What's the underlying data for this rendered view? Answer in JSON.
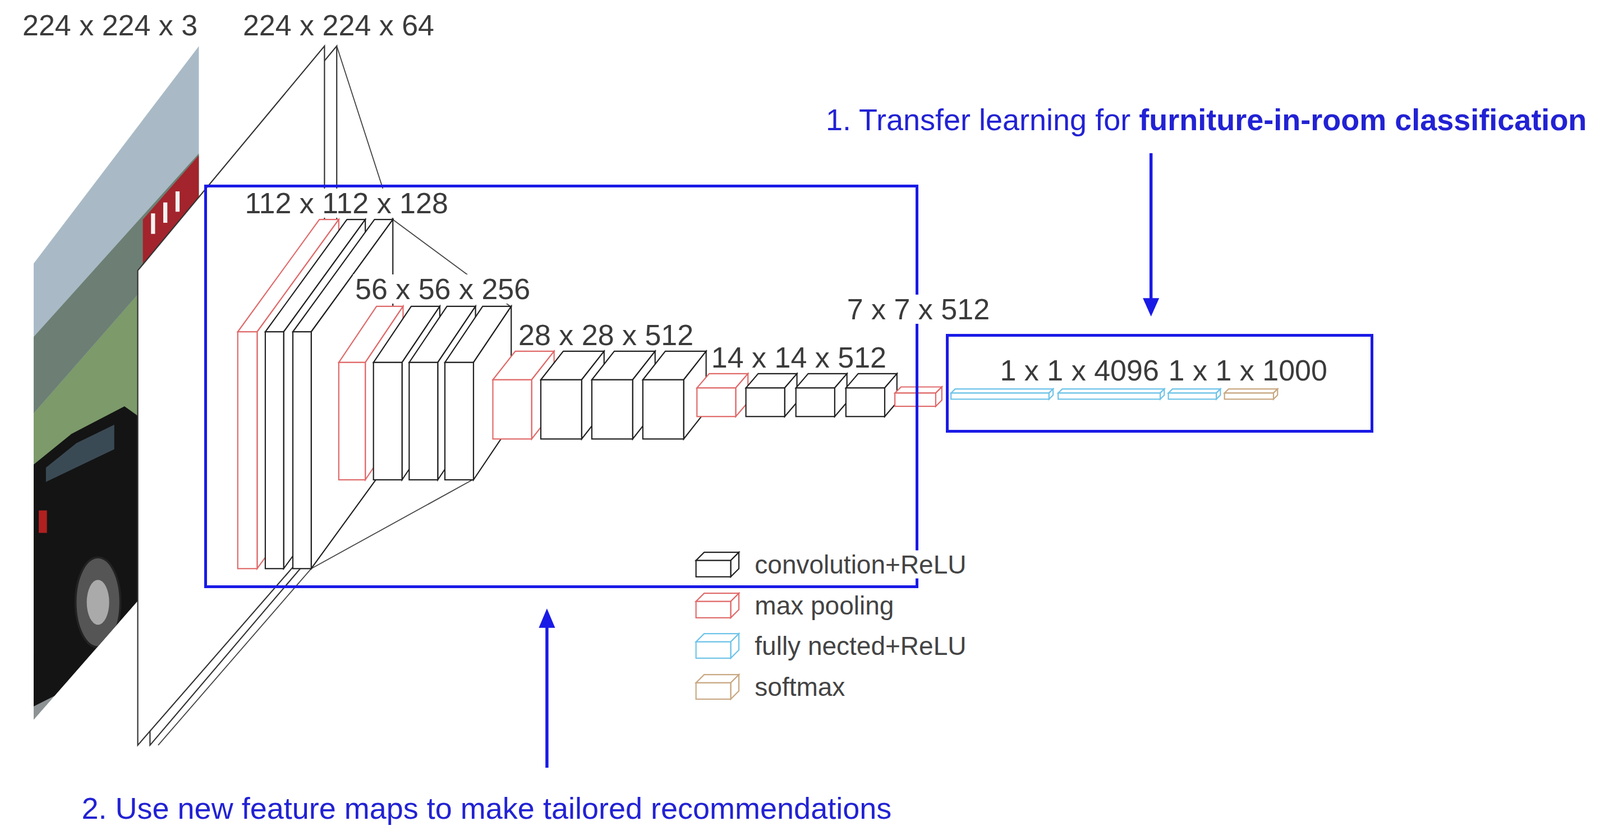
{
  "diagram": {
    "nodes": [
      {
        "text": [
          "1. Transfer learning for",
          "furniture-in-room classification"
        ]
      },
      {
        "text": [
          "2. Use new feature maps to make tailored recommendations"
        ]
      }
    ],
    "labels": [
      "224 x 224 x 3",
      "224 x 224 x 64",
      "112 x 112 x 128",
      "56 x 56 x 256",
      "28 x 28 x 512",
      "14 x 14 x 512",
      "7 x 7 x 512",
      "1 x 1 x 4096",
      "1 x 1 x 1000"
    ],
    "legend": [
      {
        "text": "convolution+ReLU"
      },
      {
        "text": "max pooling"
      },
      {
        "text": "fully nected+ReLU"
      },
      {
        "text": "softmax"
      }
    ]
  }
}
